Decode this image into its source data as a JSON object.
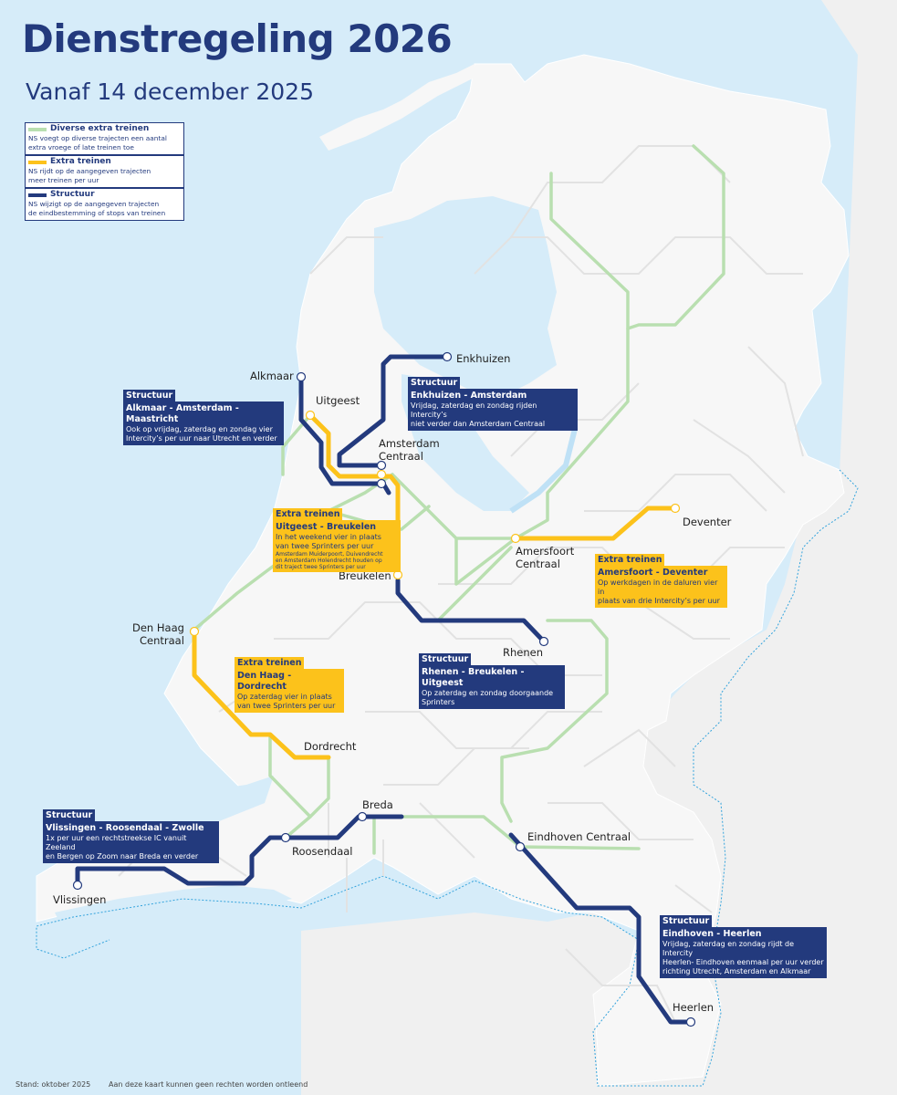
{
  "header": {
    "title": "Dienstregeling 2026",
    "subtitle": "Vanaf 14 december 2025"
  },
  "colors": {
    "sea": "#d6ecf9",
    "land": "#f4f4f4",
    "grid": "#e2e2e2",
    "navy": "#233a7d",
    "yellow": "#fcc21b",
    "green": "#b9dfb0",
    "border": "#33a3dc"
  },
  "legend": [
    {
      "type": "green",
      "title": "Diverse extra treinen",
      "lines": [
        "NS voegt op diverse trajecten een aantal",
        "extra vroege of late treinen toe"
      ]
    },
    {
      "type": "yellow",
      "title": "Extra treinen",
      "lines": [
        "NS rijdt op de aangegeven trajecten",
        "meer treinen per uur"
      ]
    },
    {
      "type": "navy",
      "title": "Structuur",
      "lines": [
        "NS wijzigt op de aangegeven trajecten",
        "de eindbestemming of stops  van treinen"
      ]
    }
  ],
  "stations": [
    {
      "id": "enkhuizen",
      "label": "Enkhuizen"
    },
    {
      "id": "alkmaar",
      "label": "Alkmaar"
    },
    {
      "id": "uitgeest",
      "label": "Uitgeest"
    },
    {
      "id": "amsterdam",
      "label": "Amsterdam\nCentraal"
    },
    {
      "id": "breukelen",
      "label": "Breukelen"
    },
    {
      "id": "amersfoort",
      "label": "Amersfoort\nCentraal"
    },
    {
      "id": "deventer",
      "label": "Deventer"
    },
    {
      "id": "denhaag",
      "label": "Den Haag\nCentraal"
    },
    {
      "id": "rhenen",
      "label": "Rhenen"
    },
    {
      "id": "dordrecht",
      "label": "Dordrecht"
    },
    {
      "id": "breda",
      "label": "Breda"
    },
    {
      "id": "roosendaal",
      "label": "Roosendaal"
    },
    {
      "id": "vlissingen",
      "label": "Vlissingen"
    },
    {
      "id": "eindhoven",
      "label": "Eindhoven Centraal"
    },
    {
      "id": "heerlen",
      "label": "Heerlen"
    }
  ],
  "boxes": {
    "alkmaar": {
      "tag": "Structuur",
      "title": "Alkmaar - Amsterdam - Maastricht",
      "lines": [
        "Ook op vrijdag, zaterdag en zondag vier",
        "Intercity’s per uur naar Utrecht en verder"
      ]
    },
    "enkhuizen": {
      "tag": "Structuur",
      "title": "Enkhuizen - Amsterdam",
      "lines": [
        "Vrijdag, zaterdag en zondag rijden Intercity’s",
        "niet verder dan Amsterdam Centraal"
      ]
    },
    "uitgeest": {
      "tag": "Extra treinen",
      "title": "Uitgeest - Breukelen",
      "lines": [
        "In het weekend vier in plaats",
        "van twee Sprinters per uur"
      ],
      "small": [
        "Amsterdam Muiderpoort, Duivendrecht",
        "en Amsterdam Holendrecht houden op",
        "dit traject twee Sprinters per uur"
      ]
    },
    "amersfoort": {
      "tag": "Extra treinen",
      "title": "Amersfoort - Deventer",
      "lines": [
        "Op werkdagen in de daluren vier in",
        "plaats van drie Intercity’s per uur"
      ]
    },
    "denhaag": {
      "tag": "Extra treinen",
      "title": "Den Haag - Dordrecht",
      "lines": [
        "Op zaterdag vier in plaats",
        "van twee Sprinters per uur"
      ]
    },
    "rhenen": {
      "tag": "Structuur",
      "title": "Rhenen - Breukelen - Uitgeest",
      "lines": [
        "Op zaterdag en zondag doorgaande",
        "Sprinters"
      ]
    },
    "vlissingen": {
      "tag": "Structuur",
      "title": "Vlissingen - Roosendaal - Zwolle",
      "lines": [
        "1x per uur een rechtstreekse IC vanuit Zeeland",
        "en Bergen op Zoom naar Breda en verder"
      ]
    },
    "eindhoven": {
      "tag": "Structuur",
      "title": "Eindhoven - Heerlen",
      "lines": [
        "Vrijdag, zaterdag en zondag rijdt de Intercity",
        "Heerlen- Eindhoven eenmaal per uur verder",
        "richting Utrecht, Amsterdam en Alkmaar"
      ]
    }
  },
  "footer": {
    "stand": "Stand: oktober 2025",
    "disclaimer": "Aan deze kaart kunnen geen rechten worden ontleend"
  }
}
